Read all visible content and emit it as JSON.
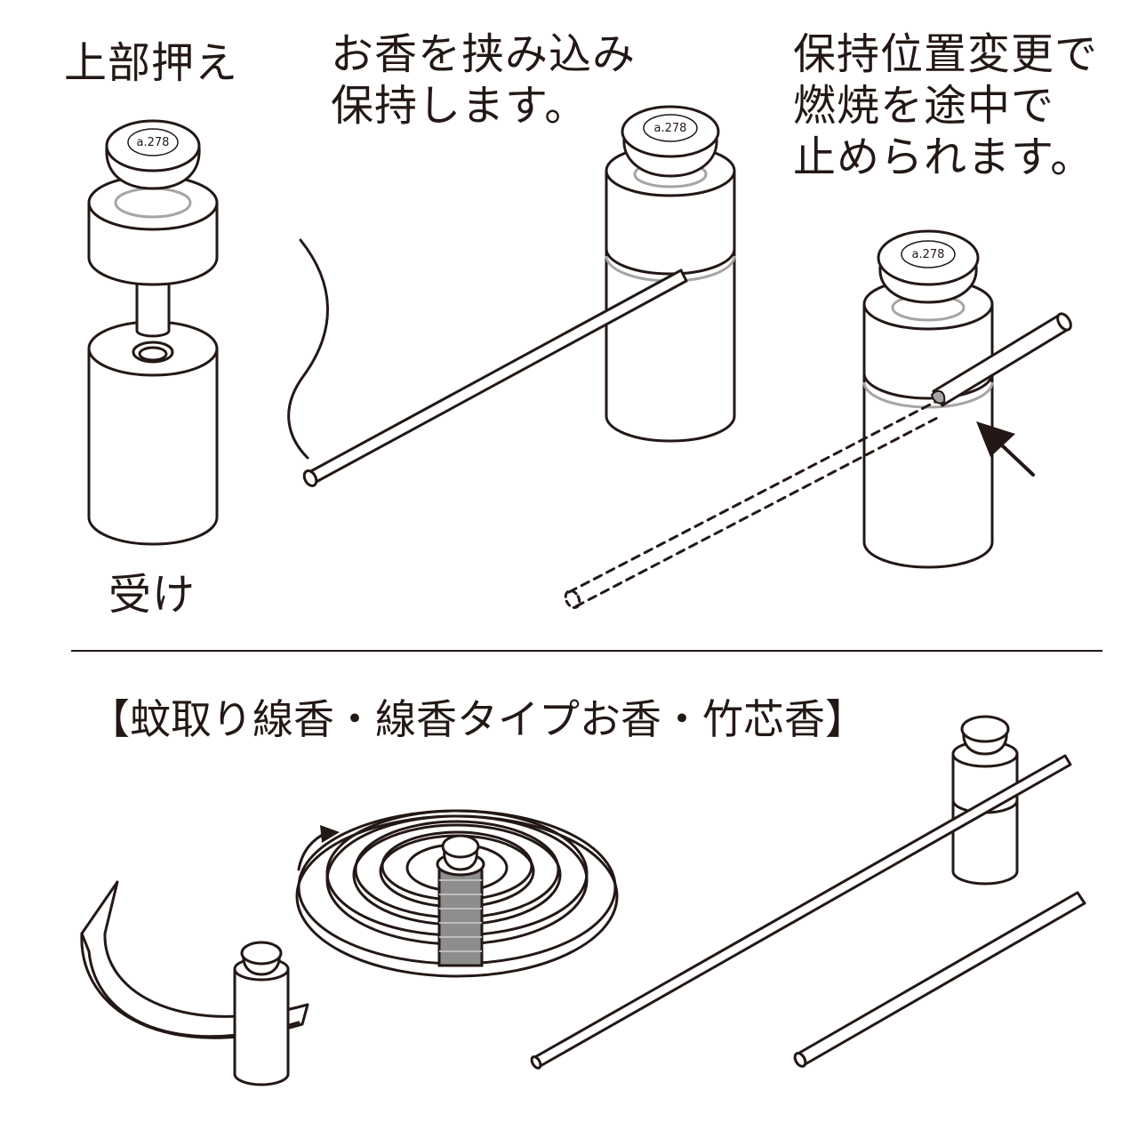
{
  "labels": {
    "top_holder": "上部押え",
    "receiver": "受け",
    "clamp": "お香を挟み込み\n保持します。",
    "stop": "保持位置変更で\n燃焼を途中で\n止められます。",
    "incense_types": "【蚊取り線香・線香タイプお香・竹芯香】"
  },
  "product_mark": "a.278",
  "colors": {
    "line": "#231815",
    "highlight": "#a5a5a5",
    "background": "#ffffff"
  },
  "icons": [
    "arrow-icon",
    "smoke-icon"
  ]
}
